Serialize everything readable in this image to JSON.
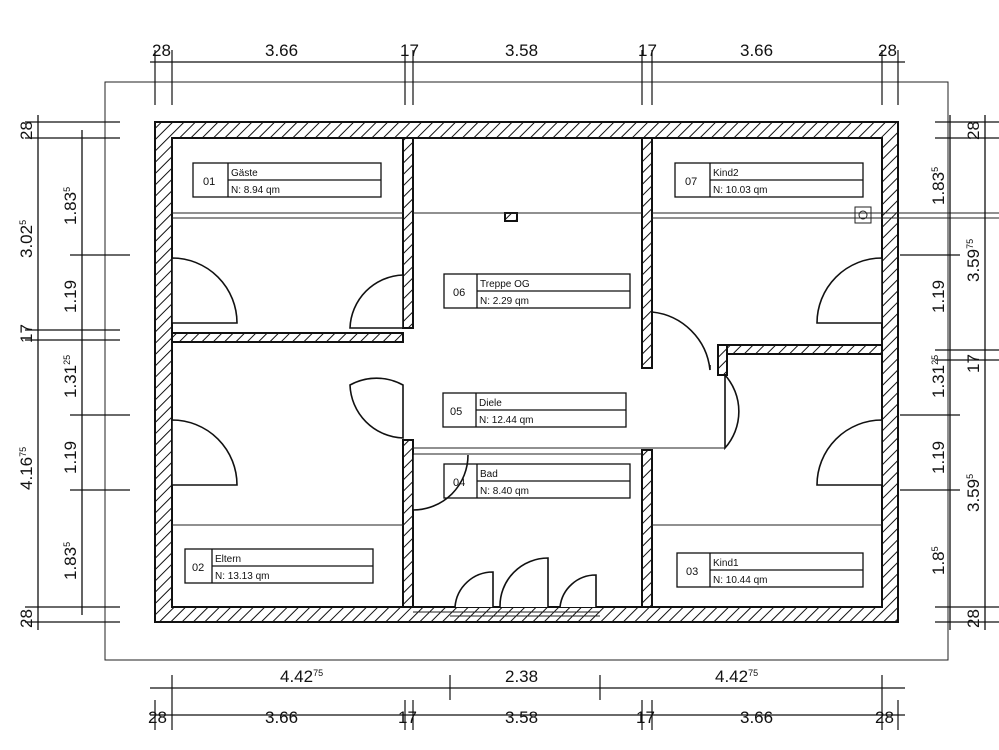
{
  "rooms": [
    {
      "no": "01",
      "name": "Gäste",
      "area": "N: 8.94 qm"
    },
    {
      "no": "07",
      "name": "Kind2",
      "area": "N: 10.03 qm"
    },
    {
      "no": "06",
      "name": "Treppe OG",
      "area": "N: 2.29 qm"
    },
    {
      "no": "05",
      "name": "Diele",
      "area": "N: 12.44 qm"
    },
    {
      "no": "04",
      "name": "Bad",
      "area": "N: 8.40 qm"
    },
    {
      "no": "02",
      "name": "Eltern",
      "area": "N: 13.13 qm"
    },
    {
      "no": "03",
      "name": "Kind1",
      "area": "N: 10.44 qm"
    }
  ],
  "dims": {
    "top": [
      "28",
      "3.66",
      "17",
      "3.58",
      "17",
      "3.66",
      "28"
    ],
    "bottom_outer": [
      "4.42",
      "75",
      "2.38",
      "4.42",
      "75"
    ],
    "bottom": [
      "28",
      "3.66",
      "17",
      "3.58",
      "17",
      "3.66",
      "28"
    ],
    "left_outer": [
      "28",
      "3.02",
      "5",
      "17",
      "4.16",
      "75",
      "28"
    ],
    "left_inner": [
      "1.83",
      "5",
      "1.19",
      "1.31",
      "25",
      "1.19",
      "1.83",
      "5"
    ],
    "right_inner": [
      "1.83",
      "5",
      "1.19",
      "1.31",
      "25",
      "1.19",
      "1.8",
      "5"
    ],
    "right_outer": [
      "28",
      "3.59",
      "75",
      "17",
      "3.59",
      "5",
      "28"
    ]
  }
}
